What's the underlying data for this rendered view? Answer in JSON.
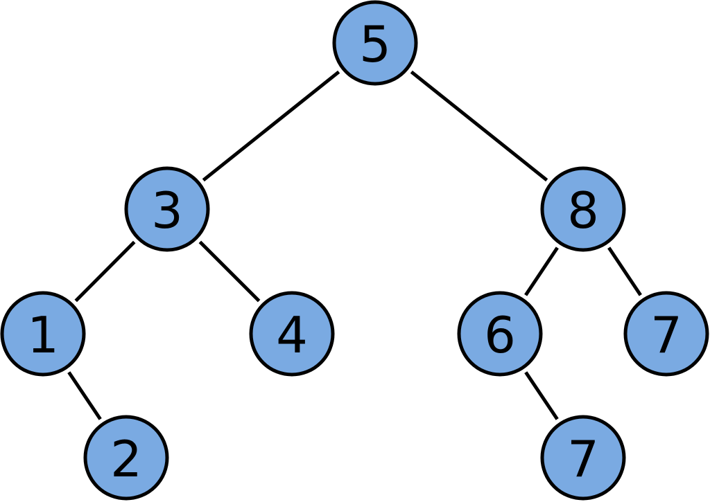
{
  "diagram": {
    "type": "binary-tree",
    "colors": {
      "node_fill": "#7aaae2",
      "node_stroke": "#000000",
      "edge": "#000000",
      "label": "#000000"
    },
    "nodes": [
      {
        "id": "n5",
        "label": "5"
      },
      {
        "id": "n3",
        "label": "3"
      },
      {
        "id": "n8",
        "label": "8"
      },
      {
        "id": "n1",
        "label": "1"
      },
      {
        "id": "n4",
        "label": "4"
      },
      {
        "id": "n6",
        "label": "6"
      },
      {
        "id": "n7a",
        "label": "7"
      },
      {
        "id": "n2",
        "label": "2"
      },
      {
        "id": "n7b",
        "label": "7"
      }
    ],
    "edges": [
      {
        "from": "n5",
        "to": "n3"
      },
      {
        "from": "n5",
        "to": "n8"
      },
      {
        "from": "n3",
        "to": "n1"
      },
      {
        "from": "n3",
        "to": "n4"
      },
      {
        "from": "n8",
        "to": "n6"
      },
      {
        "from": "n8",
        "to": "n7a"
      },
      {
        "from": "n1",
        "to": "n2"
      },
      {
        "from": "n6",
        "to": "n7b"
      }
    ]
  }
}
